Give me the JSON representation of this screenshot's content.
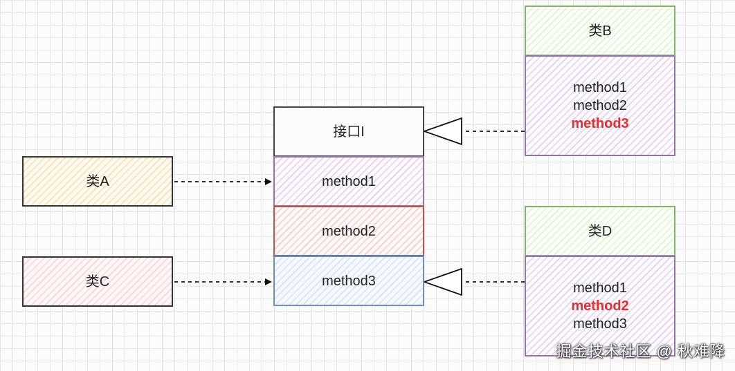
{
  "interface": {
    "title": "接口I",
    "methods": [
      "method1",
      "method2",
      "method3"
    ]
  },
  "classA": {
    "title": "类A"
  },
  "classC": {
    "title": "类C"
  },
  "classB": {
    "title": "类B",
    "methods": [
      "method1",
      "method2",
      "method3"
    ],
    "highlighted": "method3"
  },
  "classD": {
    "title": "类D",
    "methods": [
      "method1",
      "method2",
      "method3"
    ],
    "highlighted": "method2"
  },
  "watermark": "掘金技术社区 @ 秋难降",
  "colors": {
    "highlight": "#e03030",
    "green_border": "#82b366",
    "purple_border": "#9673a6",
    "red_border": "#b85450",
    "blue_border": "#6c8ebf"
  }
}
